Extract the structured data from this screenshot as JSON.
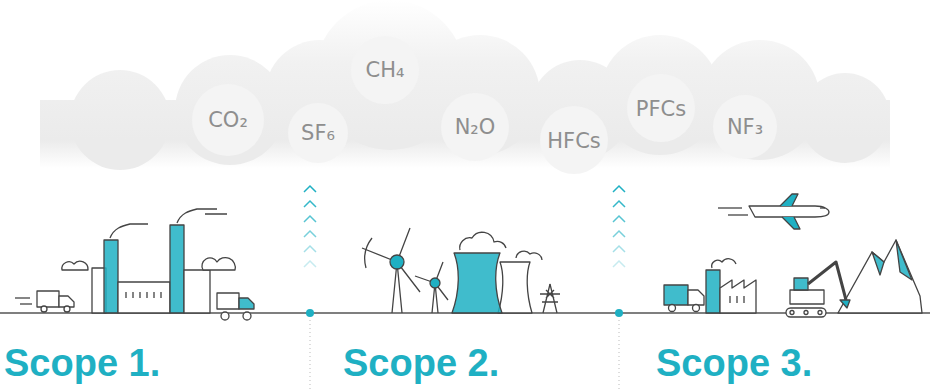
{
  "diagram": {
    "labels": [
      "CO₂",
      "SF₆",
      "CH₄",
      "N₂O",
      "HFCs",
      "PFCs",
      "NF₃",
      "Scope 1.",
      "Scope 2.",
      "Scope 3."
    ]
  }
}
